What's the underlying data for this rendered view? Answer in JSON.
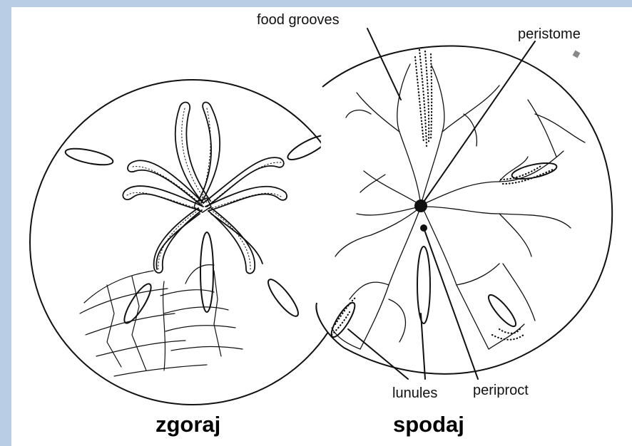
{
  "labels": {
    "food_grooves": "food grooves",
    "peristome": "peristome",
    "lunules": "lunules",
    "periproct": "periproct"
  },
  "captions": {
    "top": "zgoraj",
    "bottom": "spodaj"
  },
  "colors": {
    "frame": "#b9cde4",
    "background": "#ffffff",
    "ink": "#111111"
  }
}
